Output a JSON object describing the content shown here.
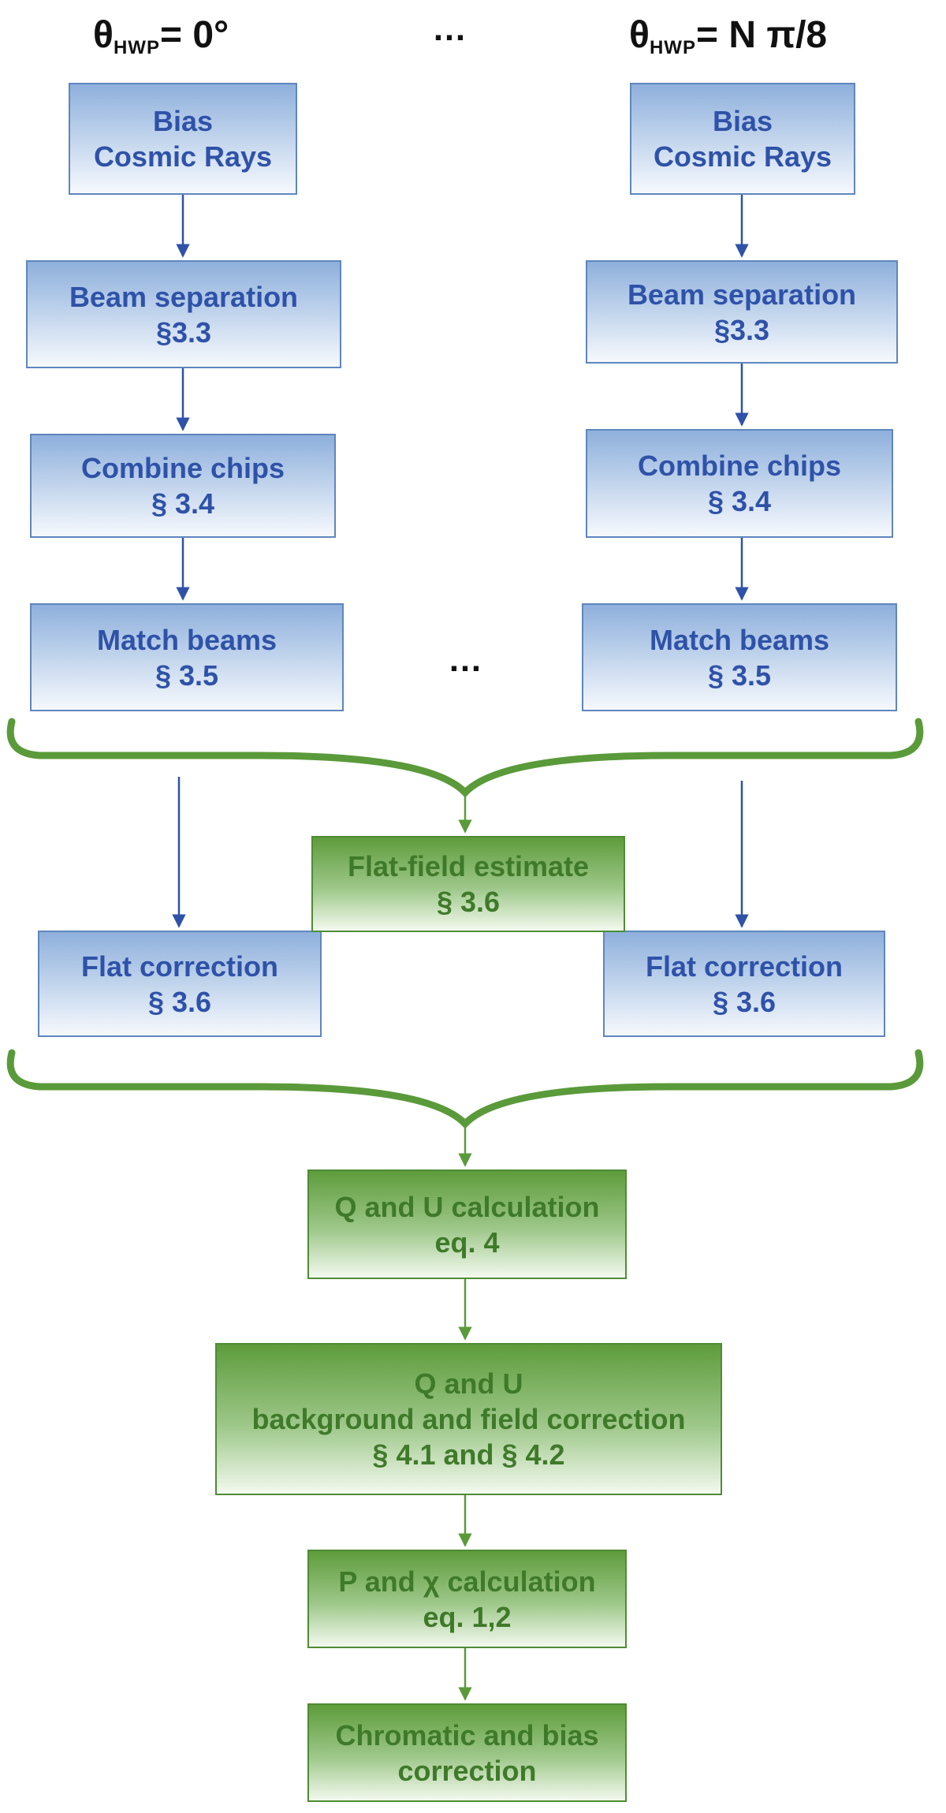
{
  "header": {
    "left": {
      "theta": "θ",
      "sub": "HWP",
      "value": "= 0°"
    },
    "middle": "…",
    "right": {
      "theta": "θ",
      "sub": "HWP",
      "value": "= N π/8"
    }
  },
  "middle_ellipsis": "…",
  "left_column": {
    "bias": {
      "line1": "Bias",
      "line2": "Cosmic Rays"
    },
    "beam": {
      "line1": "Beam separation",
      "line2": "§3.3"
    },
    "combine": {
      "line1": "Combine chips",
      "line2": "§ 3.4"
    },
    "match": {
      "line1": "Match beams",
      "line2": "§ 3.5"
    },
    "flat": {
      "line1": "Flat correction",
      "line2": "§ 3.6"
    }
  },
  "right_column": {
    "bias": {
      "line1": "Bias",
      "line2": "Cosmic Rays"
    },
    "beam": {
      "line1": "Beam separation",
      "line2": "§3.3"
    },
    "combine": {
      "line1": "Combine chips",
      "line2": "§ 3.4"
    },
    "match": {
      "line1": "Match beams",
      "line2": "§ 3.5"
    },
    "flat": {
      "line1": "Flat correction",
      "line2": "§ 3.6"
    }
  },
  "flat_estimate": {
    "line1": "Flat-field estimate",
    "line2": "§ 3.6"
  },
  "qu_calc": {
    "line1": "Q and U calculation",
    "line2": "eq. 4"
  },
  "qu_correction": {
    "line1": "Q and U",
    "line2": "background and field correction",
    "line3": "§ 4.1 and § 4.2"
  },
  "p_chi": {
    "line1": "P and χ calculation",
    "line2": "eq. 1,2"
  },
  "chromatic": {
    "line1": "Chromatic and bias",
    "line2": "correction"
  },
  "colors": {
    "blue_text": "#2f52a8",
    "blue_border": "#5f86bd",
    "green_text": "#3f7a2a",
    "green_line": "#5a9a3a",
    "arrow_blue": "#2f52a8"
  }
}
